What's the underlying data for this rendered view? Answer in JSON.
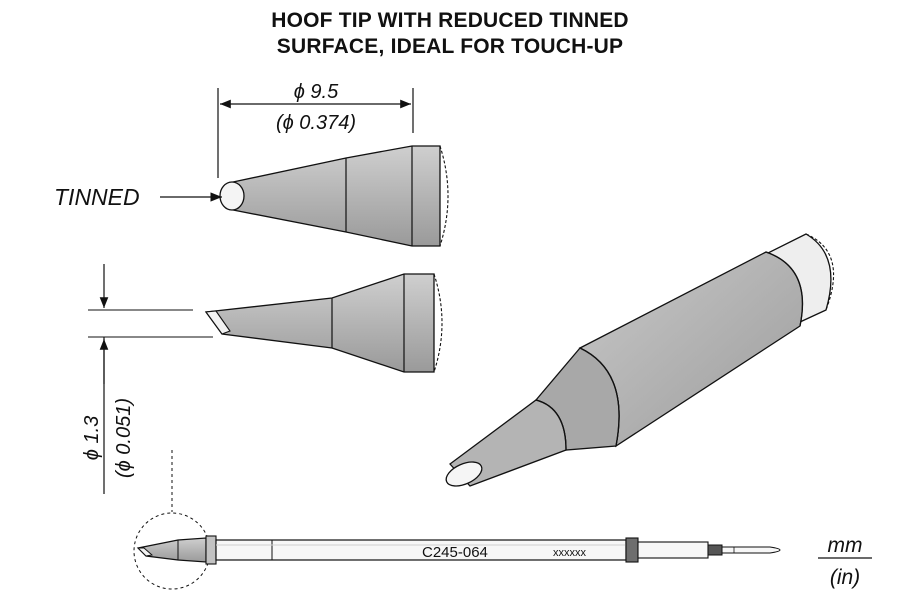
{
  "title": {
    "line1": "HOOF TIP WITH REDUCED TINNED",
    "line2": "SURFACE, IDEAL FOR TOUCH-UP"
  },
  "dimensions": {
    "width_mm": "ϕ 9.5",
    "width_in": "(ϕ 0.374)",
    "tip_mm": "ϕ 1.3",
    "tip_in": "(ϕ 0.051)"
  },
  "callout": {
    "tinned": "TINNED"
  },
  "cartridge": {
    "code": "C245-064",
    "serial": "xxxxxx"
  },
  "units": {
    "metric": "mm",
    "imperial": "(in)"
  },
  "colors": {
    "body_fill": "#b9b9b9",
    "dark_band": "#6e6e6e",
    "light_fill": "#f2f2f2",
    "outline": "#111111"
  }
}
